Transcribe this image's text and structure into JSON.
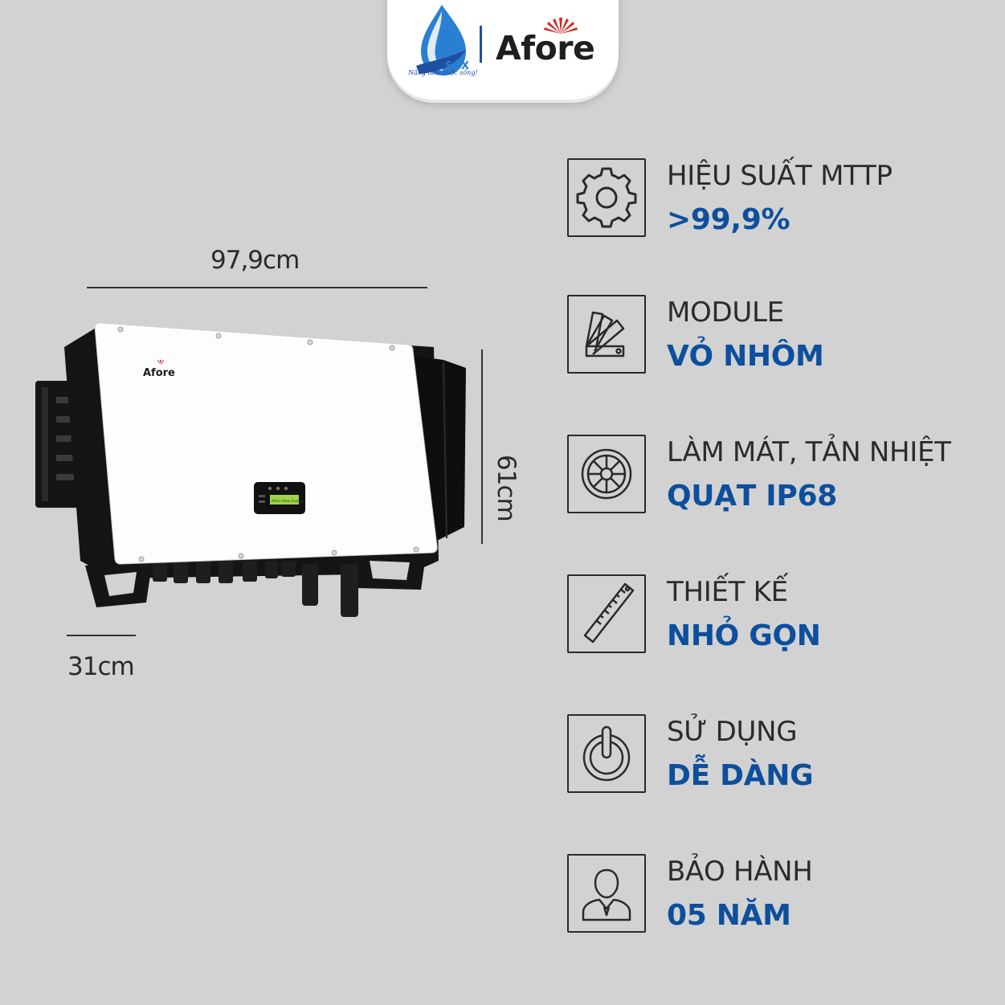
{
  "header": {
    "sgx_logo_slogan": "Nâng tầm cuộc sống!",
    "sgx_logo_mark": "SGX",
    "afore_logo_text": "Afore",
    "colors": {
      "brand_blue": "#1f4fa3",
      "afore_red": "#d7261e"
    }
  },
  "product": {
    "device_logo": "Afore",
    "display_text": "Afore New Energy",
    "dimensions": {
      "width_label": "97,9cm",
      "height_label": "61cm",
      "depth_label": "31cm"
    }
  },
  "features": [
    {
      "icon": "gear-icon",
      "title": "HIỆU SUẤT MTTP",
      "value": ">99,9%"
    },
    {
      "icon": "swatches-icon",
      "title": "MODULE",
      "value": "VỎ NHÔM"
    },
    {
      "icon": "fan-icon",
      "title": "LÀM MÁT, TẢN NHIỆT",
      "value": "QUẠT IP68"
    },
    {
      "icon": "ruler-icon",
      "title": "THIẾT KẾ",
      "value": "NHỎ GỌN"
    },
    {
      "icon": "power-icon",
      "title": "SỬ DỤNG",
      "value": "DỄ DÀNG"
    },
    {
      "icon": "user-icon",
      "title": "BẢO HÀNH",
      "value": "05 NĂM"
    }
  ],
  "colors": {
    "background": "#d2d2d3",
    "value_blue": "#0d4f9c",
    "text_dark": "#2b2b2b"
  }
}
